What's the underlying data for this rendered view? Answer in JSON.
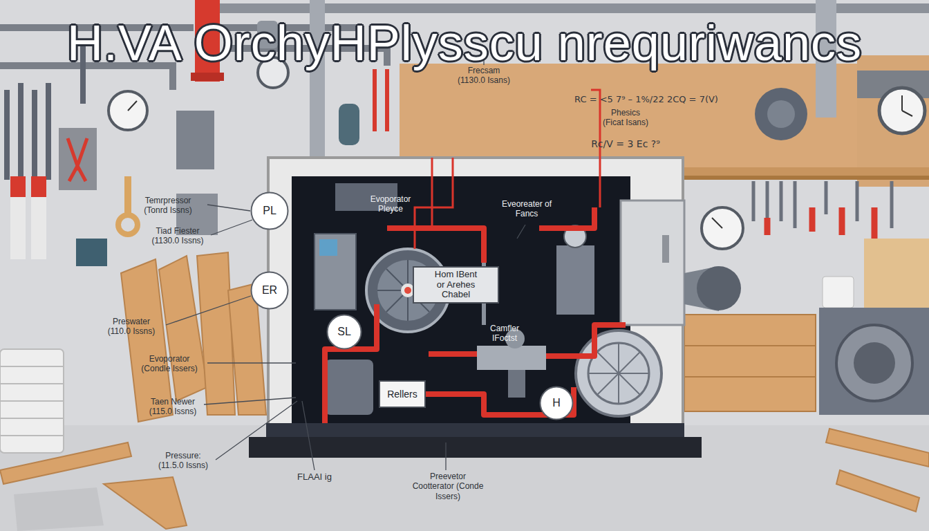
{
  "diagram": {
    "title": "H.VA OrchyHPlysscu nrequriwancs",
    "nodes": [
      {
        "text": [
          "PL"
        ]
      },
      {
        "text": [
          "Hom IBent or Arehes Chabel"
        ]
      },
      {
        "text": [
          "ER"
        ]
      },
      {
        "text": [
          "SL"
        ]
      },
      {
        "text": [
          "Rellers"
        ]
      },
      {
        "text": [
          "H"
        ]
      }
    ],
    "labels": [
      "Frecsam (1130.0 Isans)",
      "RC = <5 7⁹ – 1%/22 2CQ = 7(V)",
      "Phesics (Ficat Isans)",
      "Rc/V = 3 Ec ?⁹",
      "Evoporator Pleyce",
      "Eveoreater of Fancs",
      "Temrpressor (Tonrd Issns)",
      "Tiad Fiester (1130.0 Issns)",
      "Preswater (110.0 Issns)",
      "Camfler IFoctst",
      "Evoporator (Condle Issers)",
      "Taen Newer (115.0 Issns)",
      "Pressure: (11.5.0 Issns)",
      "FLAAI ig",
      "Preevetor Cootterator (Conde Issers)"
    ]
  }
}
